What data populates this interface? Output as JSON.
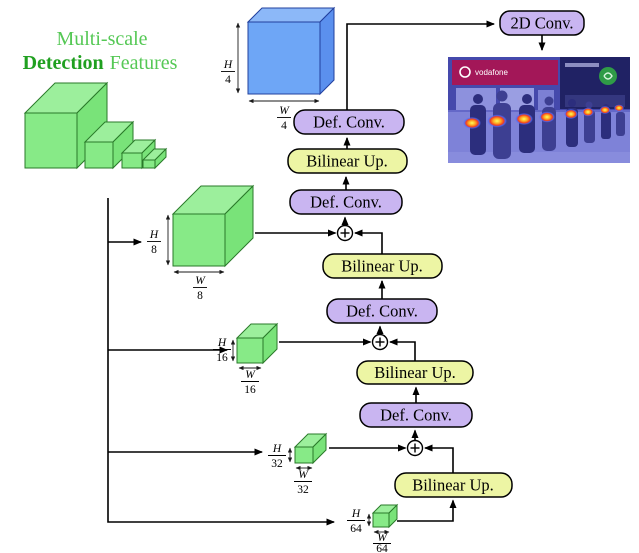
{
  "title": {
    "line1": "Multi-scale",
    "line2_bold": "Detection",
    "line2_tail": "Features"
  },
  "labels": {
    "def_conv": "Def. Conv.",
    "bilinear_up": "Bilinear Up.",
    "conv_2d": "2D Conv."
  },
  "fractions": {
    "h": "H",
    "w": "W",
    "d4": "4",
    "d8": "8",
    "d16": "16",
    "d32": "32",
    "d64": "64"
  },
  "photo": {
    "sign_text": "vodafone"
  },
  "colors": {
    "feature_green_front": "#87ea87",
    "feature_green_top": "#9cef9c",
    "feature_green_side": "#79e379",
    "io_blue_front": "#6ea6f6",
    "io_blue_top": "#8cb8f8",
    "io_blue_side": "#5b90ee",
    "conv_purple": "#c9b5f1",
    "upsample_yellow": "#edf5a4",
    "title_green": "#55c855",
    "title_bold_green": "#20a020"
  }
}
